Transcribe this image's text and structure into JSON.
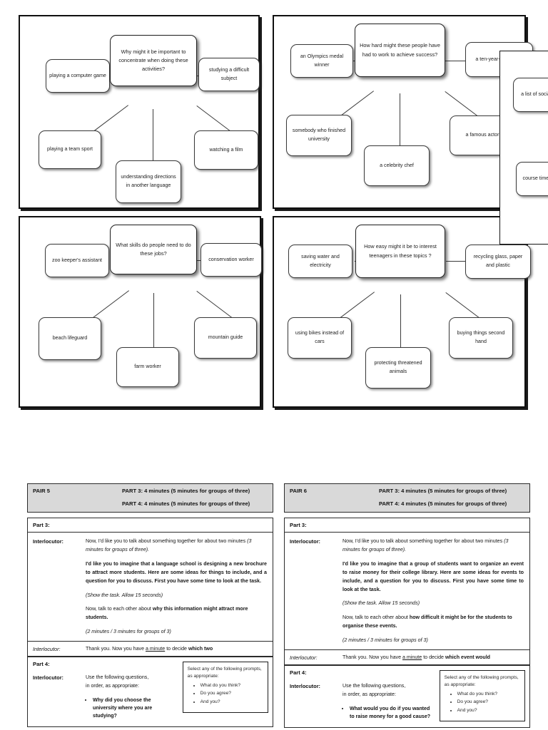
{
  "diagrams": [
    {
      "id": "diagram-concentration",
      "center": "Why might it be important to concentrate when doing these activities?",
      "nodes": [
        "playing a computer game",
        "studying a difficult subject",
        "playing a team sport",
        "understanding directions in another language",
        "watching a film"
      ]
    },
    {
      "id": "diagram-success",
      "center": "How hard might these people have had to work to achieve success?",
      "nodes": [
        "an Olympics medal winner",
        "a ten-year-old pianist",
        "somebody who finished university",
        "a celebrity chef",
        "a famous actor"
      ]
    },
    {
      "id": "diagram-jobs",
      "center": "What skills do people need to do these jobs?",
      "nodes": [
        "zoo keeper's assistant",
        "conservation worker",
        "beach lifeguard",
        "farm worker",
        "mountain guide"
      ]
    },
    {
      "id": "diagram-teenagers",
      "center": "How easy might it be to interest teenagers in these topics ?",
      "nodes": [
        "saving water and electricity",
        "recycling glass, paper and plastic",
        "using bikes instead of cars",
        "protecting threatened animals",
        "buying things second hand"
      ]
    }
  ],
  "overlay_panel": {
    "nodes": [
      "a list of social activities",
      "course times and prices"
    ]
  },
  "pairs": [
    {
      "id": "PAIR 5",
      "part3_header": "PART 3: 4 minutes (5 minutes for groups of three)",
      "part4_header": "PART 4: 4 minutes (5 minutes for groups of three)",
      "part3_label": "Part 3:",
      "part4_label": "Part 4:",
      "speaker": "Interlocutor:",
      "speaker_italic": "Interlocutor:",
      "intro_plain": "Now, I'd like you to talk about something together for about two minutes ",
      "intro_italic": "(3 minutes for groups of three).",
      "scenario": "I'd like you to imagine that a language school is designing a new brochure to attract more students. Here are some ideas for things to include, and a question for you to discuss. First you have some time to look at the task.",
      "show_task": "(Show the task. Allow 15 seconds)",
      "talk_plain": "Now, talk to each other about ",
      "talk_bold": "why this information might attract more students.",
      "timing": "(2 minutes / 3 minutes for groups of 3)",
      "thankyou_plain": "Thank you. Now you have ",
      "thankyou_underline": "a minute",
      "thankyou_plain2": " to decide ",
      "thankyou_bold": "which two",
      "part4_instruction_line1": "Use the following questions,",
      "part4_instruction_line2": "in order, as appropriate:",
      "questions": [
        "Why did you choose the university where you are studying?"
      ],
      "prompt_intro": "Select any of the following prompts, as appropriate:",
      "prompts": [
        "What do you think?",
        "Do you agree?",
        "And you?"
      ]
    },
    {
      "id": "PAIR 6",
      "part3_header": "PART 3: 4 minutes (5 minutes for groups of three)",
      "part4_header": "PART 4: 4 minutes (5 minutes for groups of three)",
      "part3_label": "Part 3:",
      "part4_label": "Part 4:",
      "speaker": "Interlocutor:",
      "speaker_italic": "Interlocutor:",
      "intro_plain": "Now, I'd like you to talk about something together for about two minutes ",
      "intro_italic": "(3 minutes for groups of three).",
      "scenario": "I'd like you to imagine that a group of students want to organize an event to raise money for their college library. Here are some ideas for events to include, and a question for you to discuss. First you have some time to look at the task.",
      "show_task": "(Show the task. Allow 15 seconds)",
      "talk_plain": "Now, talk to each other about ",
      "talk_bold": "how  difficult it might be for the students to organise these events.",
      "timing": "(2 minutes / 3 minutes for groups of 3)",
      "thankyou_plain": "Thank you. Now you have ",
      "thankyou_underline": "a minute",
      "thankyou_plain2": " to decide ",
      "thankyou_bold": "which event would",
      "part4_instruction_line1": "Use the following questions,",
      "part4_instruction_line2": "in order, as appropriate:",
      "questions": [
        "What would you do if you wanted to raise money for a good cause?"
      ],
      "prompt_intro": "Select any of the following prompts, as appropriate:",
      "prompts": [
        "What do you think?",
        "Do you agree?",
        "And you?"
      ]
    }
  ],
  "colors": {
    "header_bg": "#d9d9d9",
    "border": "#2b2b2b",
    "frame": "#101010"
  }
}
